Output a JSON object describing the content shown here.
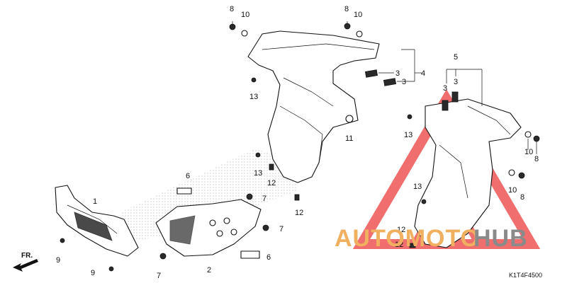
{
  "diagram": {
    "code": "K1T4F4500",
    "direction_label": "FR.",
    "watermark": {
      "text_orange": "AUTOMOTO",
      "text_grey": "HUB",
      "color_orange": "#f0b060",
      "color_grey": "#8a8a8a",
      "color_triangle": "#ee5555"
    },
    "callouts": {
      "n1": "1",
      "n2": "2",
      "n3a": "3",
      "n3b": "3",
      "n3c": "3",
      "n3d": "3",
      "n4": "4",
      "n5": "5",
      "n6a": "6",
      "n6b": "6",
      "n7a": "7",
      "n7b": "7",
      "n7c": "7",
      "n8a": "8",
      "n8b": "8",
      "n8c": "8",
      "n8d": "8",
      "n9a": "9",
      "n9b": "9",
      "n10a": "10",
      "n10b": "10",
      "n10c": "10",
      "n10d": "10",
      "n11": "11",
      "n12a": "12",
      "n12b": "12",
      "n12c": "12",
      "n12d": "12",
      "n13a": "13",
      "n13b": "13",
      "n13c": "13",
      "n13d": "13"
    }
  }
}
